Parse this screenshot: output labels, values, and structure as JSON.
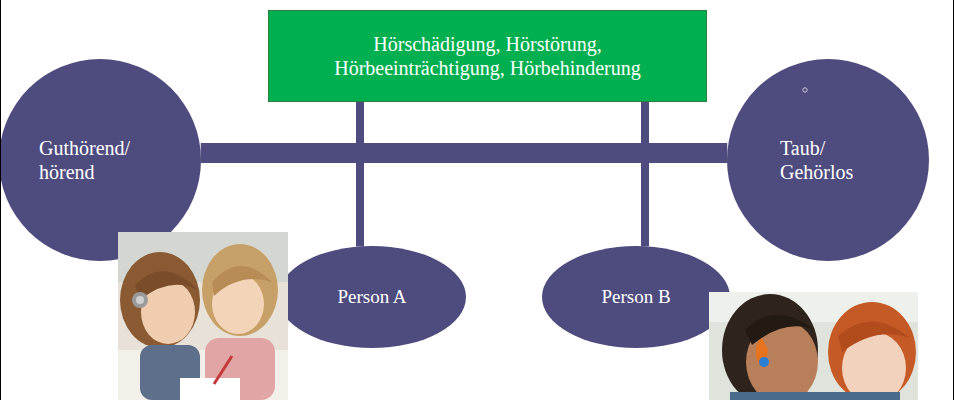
{
  "diagram": {
    "nodes": [
      {
        "text": [
          "Hörschädigung, Hörstörung, Hörbeeinträchtigung, Hörbehinderung"
        ]
      },
      {
        "text": [
          "Guthörend/ hörend"
        ]
      },
      {
        "text": [
          "Taub/ Gehörlos"
        ]
      },
      {
        "text": [
          "Person A"
        ]
      },
      {
        "text": [
          "Person B"
        ]
      }
    ],
    "edges": [
      {
        "from": 1,
        "to": 2,
        "arrow": "none"
      },
      {
        "from": 0,
        "to": 3,
        "arrow": "none"
      },
      {
        "from": 0,
        "to": 4,
        "arrow": "none"
      }
    ]
  }
}
